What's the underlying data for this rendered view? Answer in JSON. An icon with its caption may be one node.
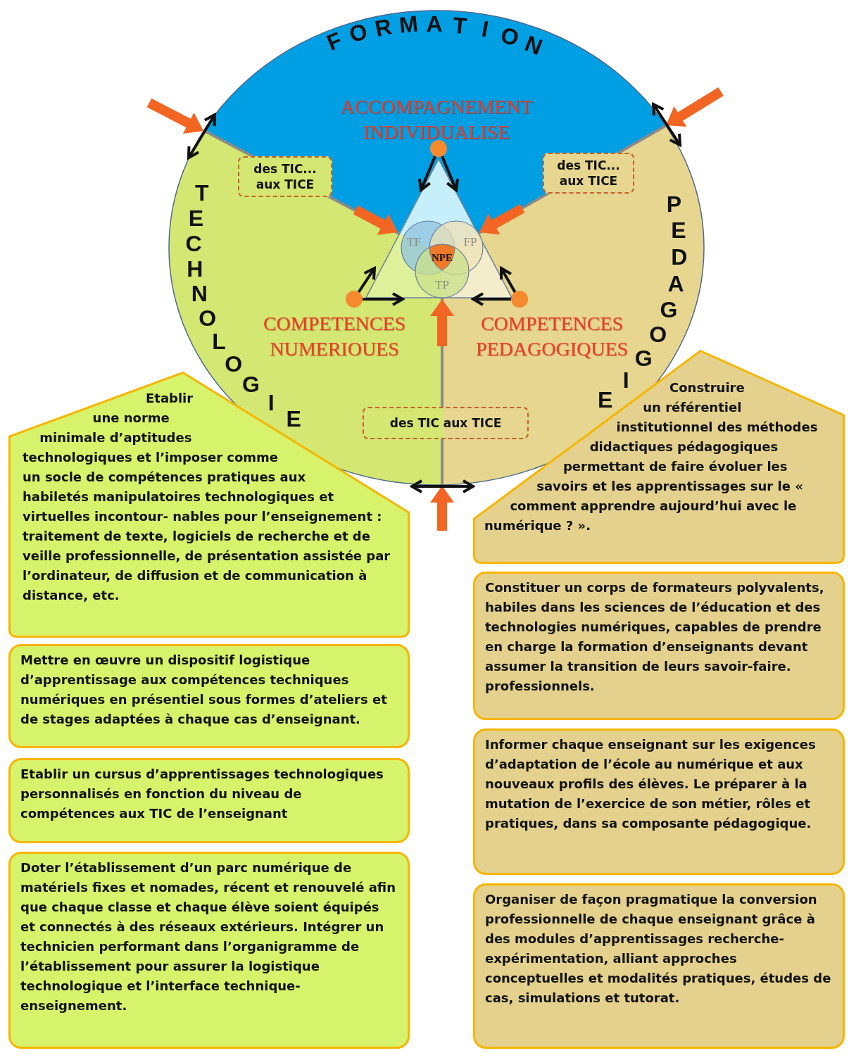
{
  "diagram": {
    "nodes": [
      {
        "text": [],
        "shape": "circle"
      },
      {
        "text": [
          "FORMATION",
          "ACCOMPAGNEMENT INDIVIDUALISE"
        ],
        "in": 0
      },
      {
        "text": [
          "TECHNOLOGIE",
          "COMPETENCES NUMERIOUES"
        ],
        "in": 0
      },
      {
        "text": [
          "PEDAGOGIE",
          "COMPETENCES PEDAGOGIQUES"
        ],
        "in": 0
      },
      {
        "text": [],
        "shape": "triangle",
        "in": 0
      },
      {
        "text": [
          "TF"
        ],
        "in": 4
      },
      {
        "text": [
          "FP"
        ],
        "in": 4
      },
      {
        "text": [
          "TP"
        ],
        "in": 4
      },
      {
        "text": [
          "NPE"
        ]
      },
      {
        "text": [
          "des TIC... aux TICE"
        ],
        "in": 2
      },
      {
        "text": [
          "des TIC... aux TICE"
        ],
        "in": 3
      },
      {
        "text": [
          "des TIC aux TICE"
        ],
        "in": 0
      },
      {
        "text": [],
        "shape": "circle",
        "in": 1
      },
      {
        "text": [],
        "shape": "circle",
        "in": 2
      },
      {
        "text": [],
        "shape": "circle",
        "in": 3
      },
      {
        "text": [
          "Etablir une norme minimale d’aptitudes technologiques et l’imposer comme un socle de compétences pratiques aux habiletés manipulatoires technologiques et virtuelles incontour- nables pour l’enseignement : traitement de texte, logiciels de recherche et de veille professionnelle, de présentation assistée par l’ordinateur, de diffusion et de communication à distance, etc."
        ]
      },
      {
        "text": [
          "Mettre en œuvre un dispositif logistique d’apprentissage aux compétences techniques numériques en présentiel sous formes d’ateliers et de stages adaptées à chaque cas d’enseignant."
        ]
      },
      {
        "text": [
          "Etablir un cursus d’apprentissages technologiques personnalisés en fonction du niveau de compétences aux TIC de l’enseignant"
        ]
      },
      {
        "text": [
          "Doter l’établissement d’un parc numérique de matériels fixes et nomades, récent et renouvelé afin que chaque classe et chaque élève soient équipés et connectés à des réseaux extérieurs. Intégrer un technicien performant dans l’organigramme de l’établissement pour assurer la logistique technologique et l’interface technique-enseignement."
        ]
      },
      {
        "text": [
          "Construire un référentiel institutionnel des méthodes didactiques pédagogiques permettant de faire évoluer les savoirs et les apprentissages sur le « comment apprendre aujourd’hui avec le numérique ? »."
        ]
      },
      {
        "text": [
          "Constituer un corps de formateurs polyvalents, habiles dans les sciences de l’éducation et des technologies numériques, capables de prendre en charge la formation d’enseignants devant assumer la transition de leurs savoir-faire. professionnels."
        ]
      },
      {
        "text": [
          "Informer chaque enseignant sur les exigences d’adaptation de l’école au numérique et aux nouveaux profils des élèves. Le préparer à la mutation de l’exercice de son métier, rôles et pratiques, dans sa composante pédagogique."
        ]
      },
      {
        "text": [
          "Organiser de façon pragmatique la conversion professionnelle de chaque enseignant grâce à des modules d’apprentissages recherche-expérimentation, alliant approches conceptuelles et modalités pratiques, études de cas, simulations et tutorat."
        ]
      }
    ],
    "edges": [
      {
        "from": 12,
        "to": 4,
        "arrow": "to"
      },
      {
        "from": 12,
        "to": 4,
        "arrow": "to"
      },
      {
        "from": 13,
        "to": 4,
        "arrow": "to"
      },
      {
        "from": 13,
        "to": 4,
        "arrow": "to"
      },
      {
        "from": 14,
        "to": 4,
        "arrow": "to"
      },
      {
        "from": 14,
        "to": 4,
        "arrow": "to"
      },
      {
        "from": null,
        "to": 4,
        "arrow": "to",
        "style": "thick",
        "color": "#f26522"
      },
      {
        "from": null,
        "to": 4,
        "arrow": "to",
        "style": "thick",
        "color": "#f26522"
      },
      {
        "from": null,
        "to": 4,
        "arrow": "to",
        "style": "thick",
        "color": "#f26522"
      },
      {
        "from": null,
        "to": 0,
        "arrow": "to",
        "style": "thick",
        "color": "#f26522"
      },
      {
        "from": null,
        "to": 0,
        "arrow": "to",
        "style": "thick",
        "color": "#f26522"
      },
      {
        "from": null,
        "to": 0,
        "arrow": "to",
        "style": "thick",
        "color": "#f26522"
      },
      {
        "from": 2,
        "to": 1,
        "arrow": "both"
      },
      {
        "from": 1,
        "to": 3,
        "arrow": "both"
      },
      {
        "from": 2,
        "to": 3,
        "arrow": "both"
      }
    ]
  }
}
